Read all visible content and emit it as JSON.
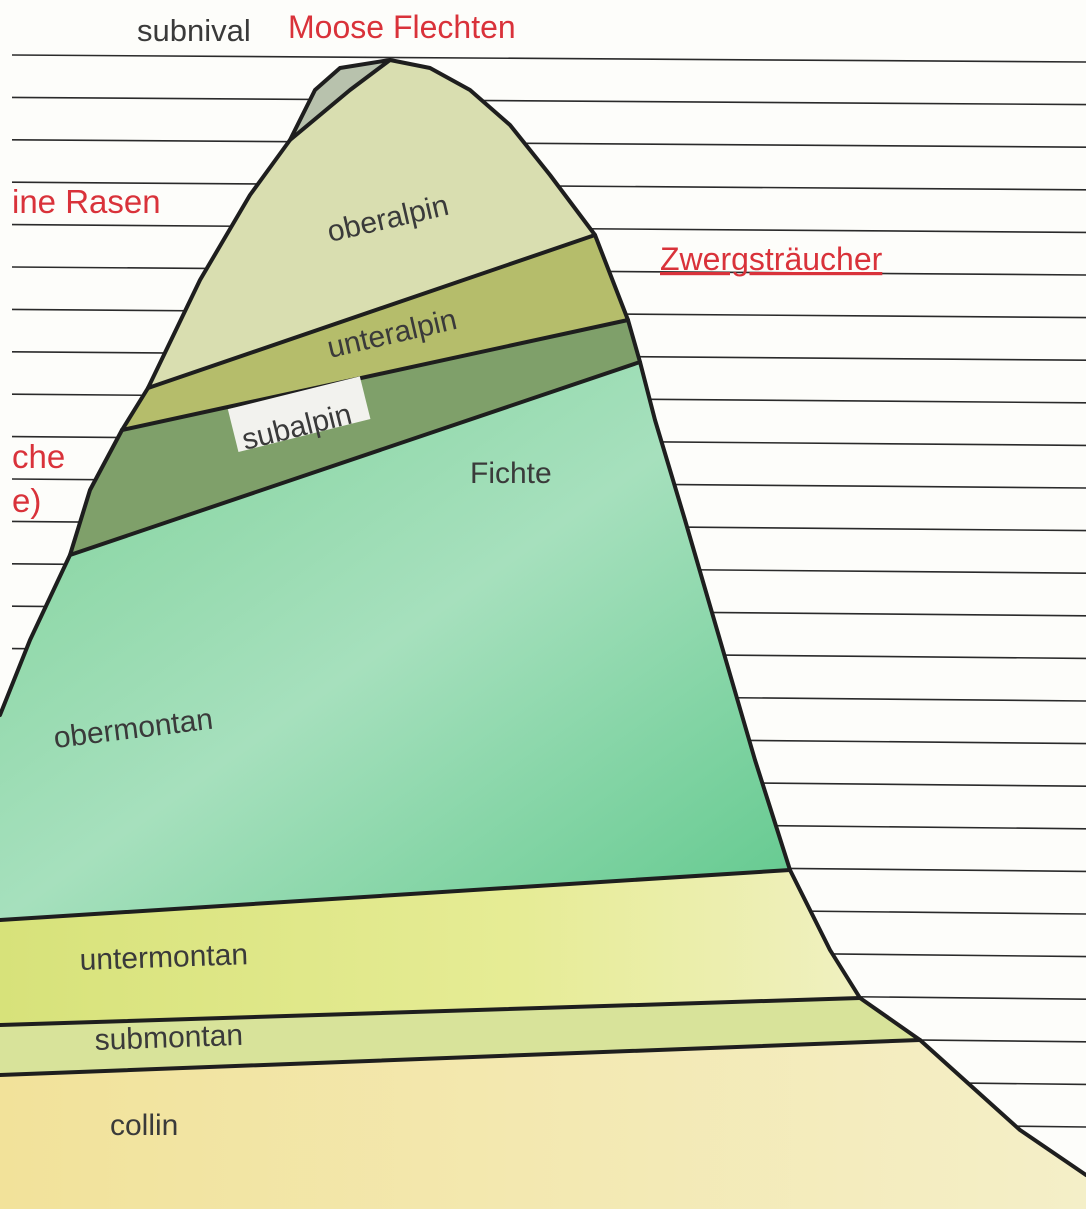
{
  "header": {
    "subnival_label": "subnival",
    "subnival_vegetation": "Moose Flechten"
  },
  "side_labels": {
    "rasen": "ine Rasen",
    "zwergstraeucher": "Zwergsträucher",
    "che_line1": "che",
    "che_line2": "e)"
  },
  "zones": {
    "oberalpin": "oberalpin",
    "unteralpin": "unteralpin",
    "subalpin": "subalpin",
    "fichte": "Fichte",
    "obermontan": "obermontan",
    "untermontan": "untermontan",
    "submontan": "submontan",
    "collin": "collin"
  },
  "colors": {
    "label_red": "#d9323a",
    "label_dark": "#3a3a3a",
    "oberalpin": "#d9deb0",
    "unteralpin": "#b5bd6b",
    "subalpin": "#7fa06a",
    "obermontan": "#9fdcb4",
    "untermontan": "#e0e88e",
    "submontan": "#d8e39a",
    "collin": "#f0e6a6",
    "outline": "#1e1e1e",
    "ruled_line": "#2a2a2a"
  }
}
